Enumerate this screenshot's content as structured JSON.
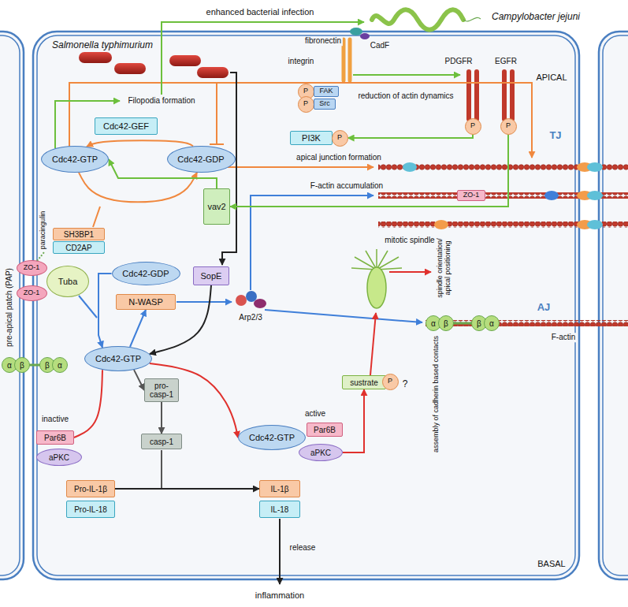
{
  "diagram": {
    "nodes": [
      {
        "text": [
          "P"
        ]
      },
      {
        "text": [
          "FAK"
        ]
      },
      {
        "text": [
          "P"
        ]
      },
      {
        "text": [
          "Src"
        ]
      },
      {
        "text": [
          "P"
        ]
      },
      {
        "text": [
          "P"
        ]
      },
      {
        "text": [
          "Cdc42-GEF"
        ]
      },
      {
        "text": [
          "Cdc42-GTP"
        ]
      },
      {
        "text": [
          "Cdc42-GDP"
        ]
      },
      {
        "text": [
          "PI3K"
        ]
      },
      {
        "text": [
          "P"
        ]
      },
      {
        "text": [
          "vav2"
        ]
      },
      {
        "text": [
          "ZO-1"
        ]
      },
      {
        "text": [
          "SH3BP1"
        ]
      },
      {
        "text": [
          "CD2AP"
        ]
      },
      {
        "text": [
          "ZO-1"
        ]
      },
      {
        "text": [
          "ZO-1"
        ]
      },
      {
        "text": [
          "Tuba"
        ]
      },
      {
        "text": [
          "Cdc42-GDP"
        ]
      },
      {
        "text": [
          "N-WASP"
        ]
      },
      {
        "text": [
          "SopE"
        ]
      },
      {
        "text": [
          "Cdc42-GTP"
        ]
      },
      {
        "text": [
          "pro-casp-1"
        ]
      },
      {
        "text": [
          "casp-1"
        ]
      },
      {
        "text": [
          "Par6B"
        ]
      },
      {
        "text": [
          "aPKC"
        ]
      },
      {
        "text": [
          "Cdc42-GTP"
        ]
      },
      {
        "text": [
          "Par6B"
        ]
      },
      {
        "text": [
          "aPKC"
        ]
      },
      {
        "text": [
          "sustrate"
        ]
      },
      {
        "text": [
          "P"
        ]
      },
      {
        "text": [
          "Pro-IL-1β"
        ]
      },
      {
        "text": [
          "Pro-IL-18"
        ]
      },
      {
        "text": [
          "IL-1β"
        ]
      },
      {
        "text": [
          "IL-18"
        ]
      },
      {
        "text": [
          "α"
        ]
      },
      {
        "text": [
          "β"
        ]
      },
      {
        "text": [
          "β"
        ]
      },
      {
        "text": [
          "α"
        ]
      },
      {
        "text": [
          "α"
        ]
      },
      {
        "text": [
          "β"
        ]
      },
      {
        "text": [
          "β"
        ]
      },
      {
        "text": [
          "α"
        ]
      }
    ],
    "edges": [
      {
        "from": 8,
        "to": 7,
        "arrow": "to"
      },
      {
        "from": 7,
        "to": 8,
        "arrow": "to"
      },
      {
        "from": 4,
        "to": 10,
        "arrow": "to"
      },
      {
        "from": 5,
        "to": 11,
        "arrow": "to"
      },
      {
        "from": 11,
        "to": 7,
        "arrow": "to"
      },
      {
        "from": 20,
        "to": 21,
        "arrow": "to"
      },
      {
        "from": 18,
        "to": 21,
        "arrow": "to"
      },
      {
        "from": 21,
        "to": 19,
        "arrow": "to"
      },
      {
        "from": 21,
        "to": 24,
        "arrow": "none"
      },
      {
        "from": 21,
        "to": 26,
        "arrow": "to"
      },
      {
        "from": 28,
        "to": 29,
        "arrow": "to"
      },
      {
        "from": 21,
        "to": 22,
        "arrow": "to"
      },
      {
        "from": 22,
        "to": 23,
        "arrow": "to"
      },
      {
        "from": 31,
        "to": 33,
        "arrow": "to"
      }
    ],
    "labels": [
      "Salmonella typhimurium",
      "enhanced bacterial infection",
      "Campylobacter jejuni",
      "fibronectin",
      "CadF",
      "integrin",
      "PDGFR",
      "EGFR",
      "APICAL",
      "Filopodia formation",
      "reduction of actin dynamics",
      "apical junction formation",
      "TJ",
      "F-actin accumulation",
      "paracingulin",
      "pre-apical patch (PAP)",
      "Arp2/3",
      "mitotic spindle",
      "spindle orientation/ apical positioning",
      "AJ",
      "assembly of cadherin based contacts",
      "F-actin",
      "inactive",
      "active",
      "?",
      "release",
      "inflammation",
      "BASAL"
    ]
  }
}
